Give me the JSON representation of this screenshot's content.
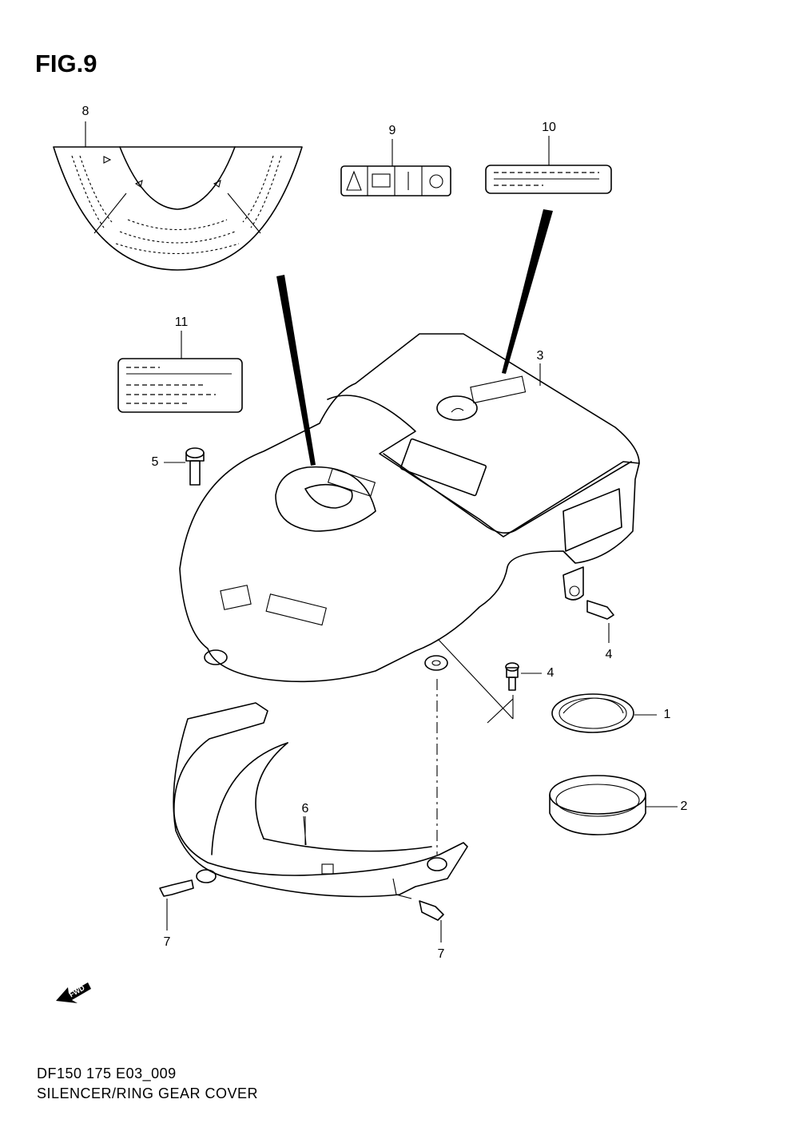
{
  "figure": {
    "title": "FIG.9"
  },
  "callouts": [
    {
      "id": "c8",
      "label": "8"
    },
    {
      "id": "c9",
      "label": "9"
    },
    {
      "id": "c10",
      "label": "10"
    },
    {
      "id": "c11",
      "label": "11"
    },
    {
      "id": "c3",
      "label": "3"
    },
    {
      "id": "c5",
      "label": "5"
    },
    {
      "id": "c4a",
      "label": "4"
    },
    {
      "id": "c4b",
      "label": "4"
    },
    {
      "id": "c1",
      "label": "1"
    },
    {
      "id": "c2",
      "label": "2"
    },
    {
      "id": "c6",
      "label": "6"
    },
    {
      "id": "c7a",
      "label": "7"
    },
    {
      "id": "c7b",
      "label": "7"
    }
  ],
  "direction_arrow": {
    "label": "FWD"
  },
  "footer": {
    "code": "DF150 175 E03_009",
    "title": "SILENCER/RING GEAR COVER"
  }
}
